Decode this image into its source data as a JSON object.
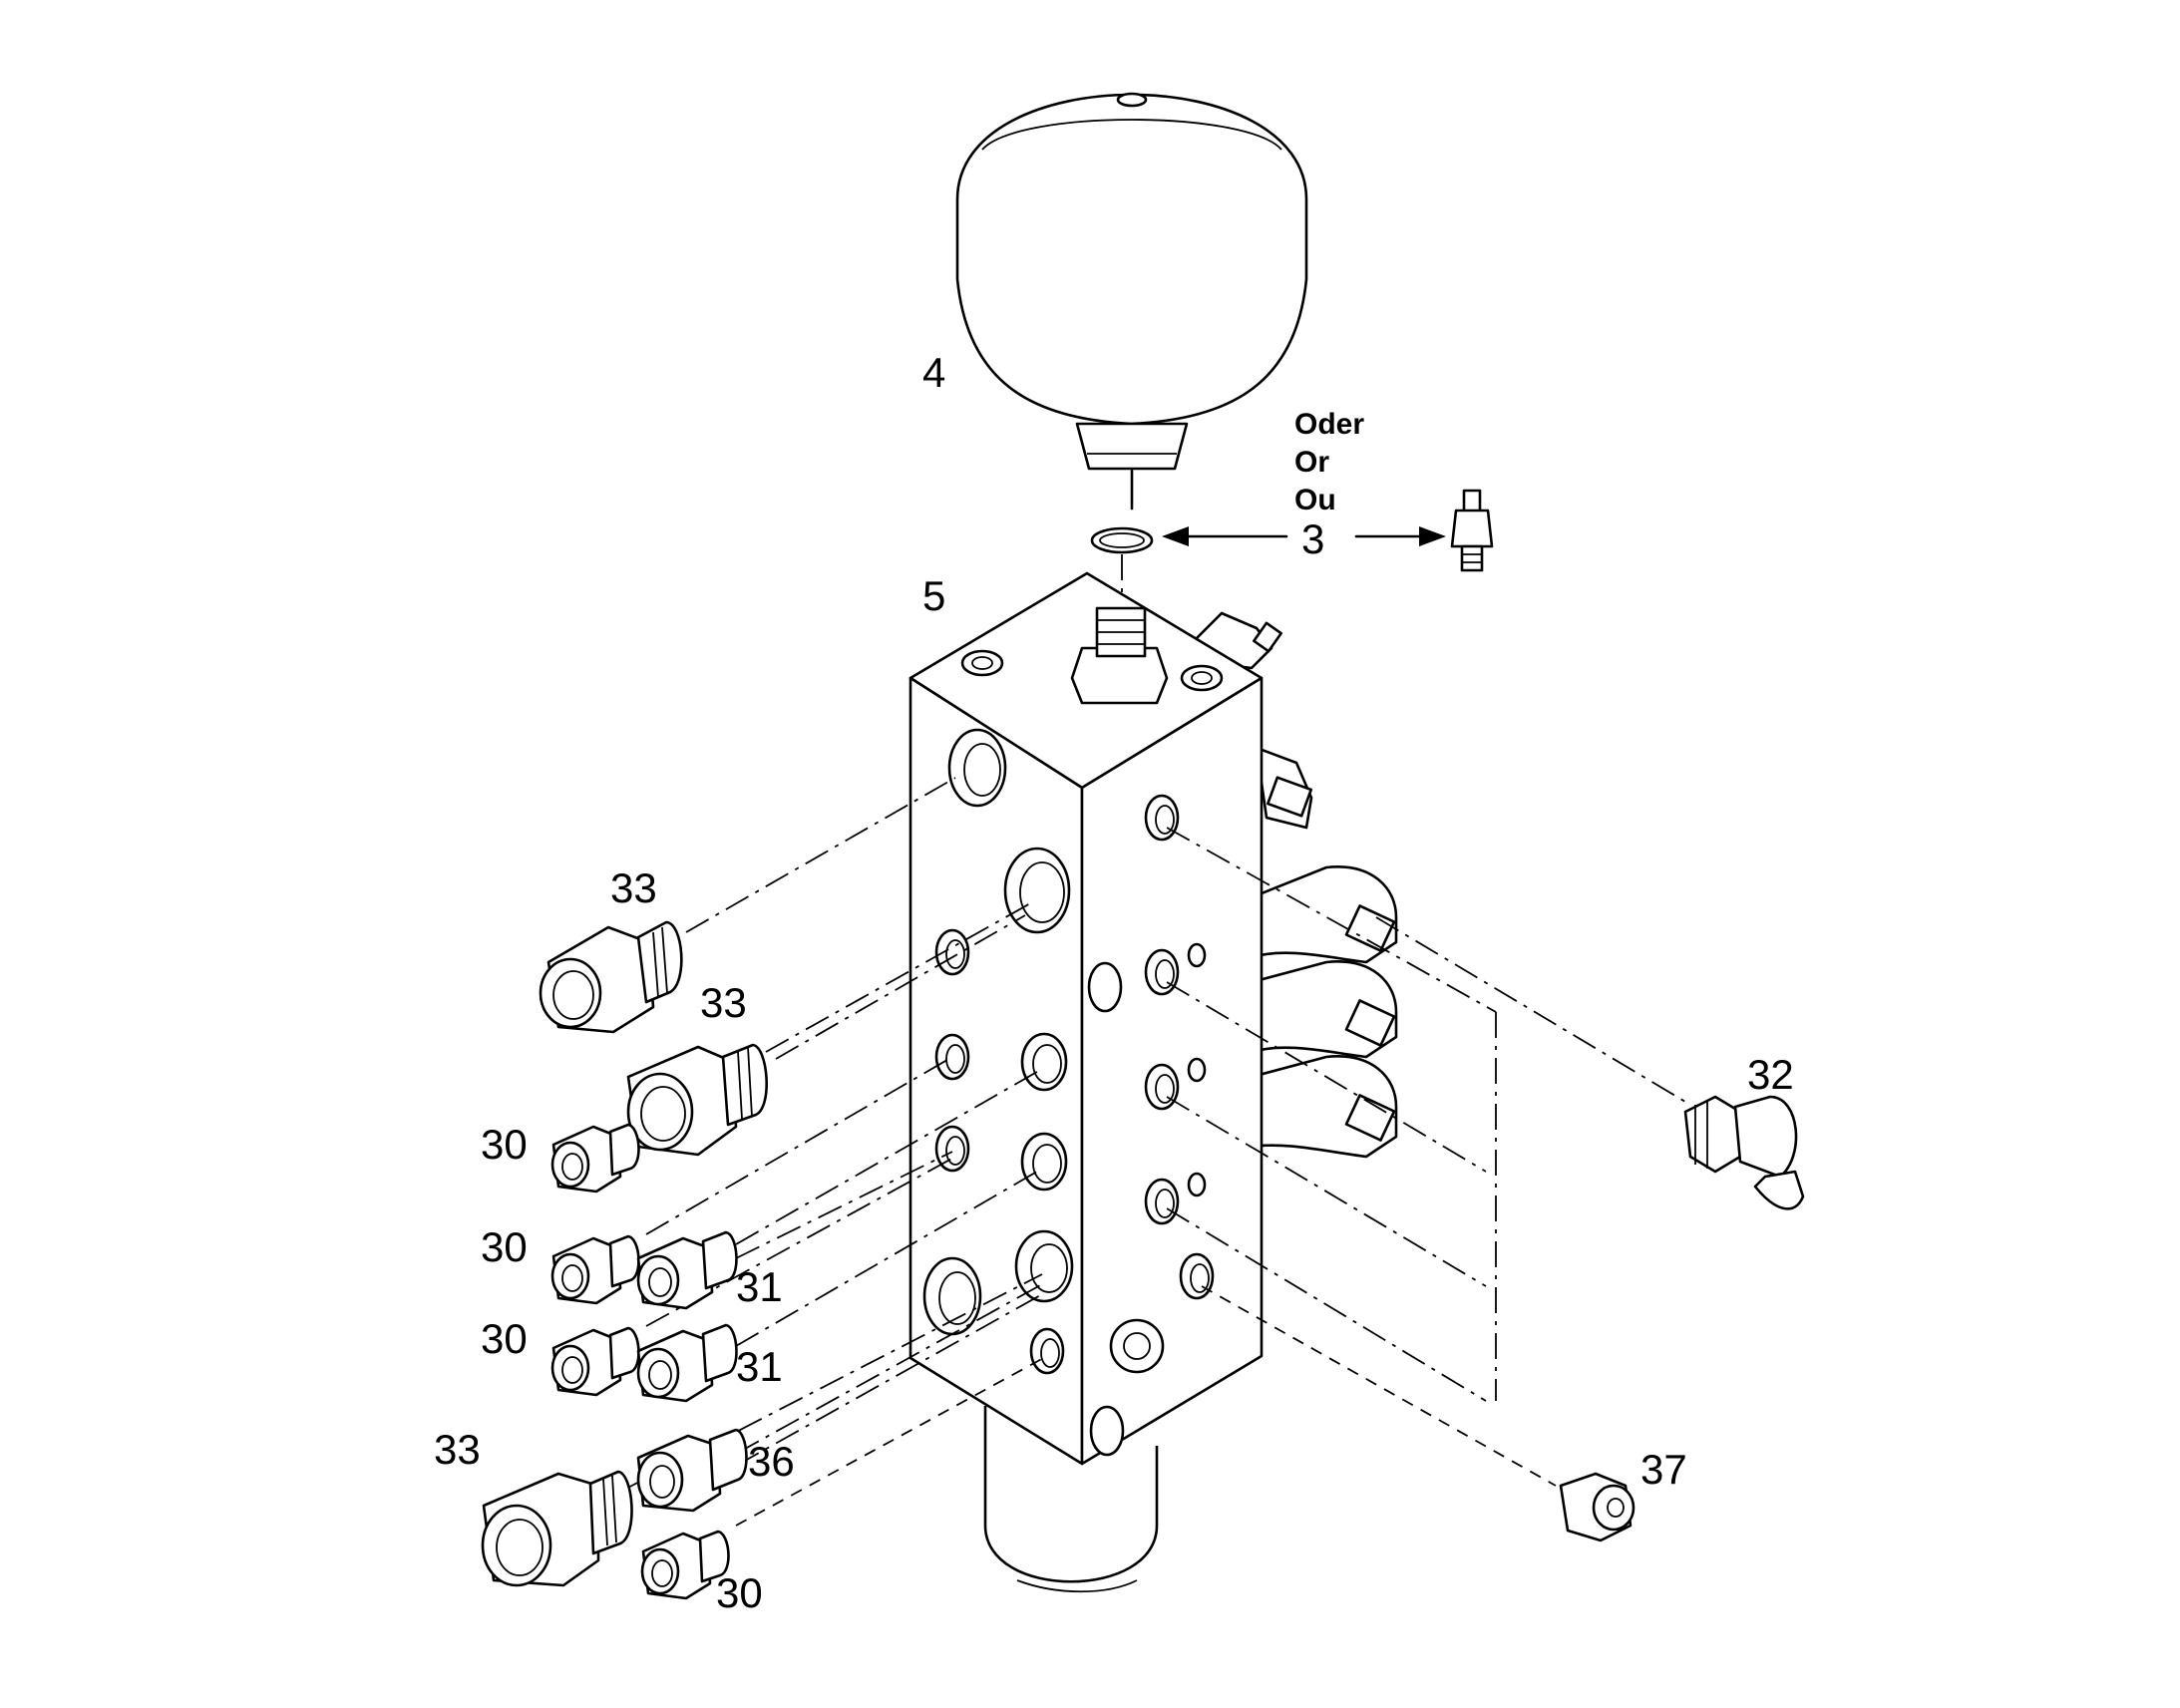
{
  "alternatives": {
    "line1": "Oder",
    "line2": "Or",
    "line3": "Ou"
  },
  "callouts": {
    "accumulator": "4",
    "seal_or_fitting": "3",
    "valve_block": "5",
    "union_top": "33",
    "union_middle": "33",
    "union_bottom": "33",
    "nipple_a": "30",
    "nipple_b": "30",
    "nipple_c": "30",
    "nipple_d": "30",
    "adapter_a": "31",
    "adapter_b": "31",
    "connector": "36",
    "angled_fitting": "32",
    "plug": "37"
  }
}
